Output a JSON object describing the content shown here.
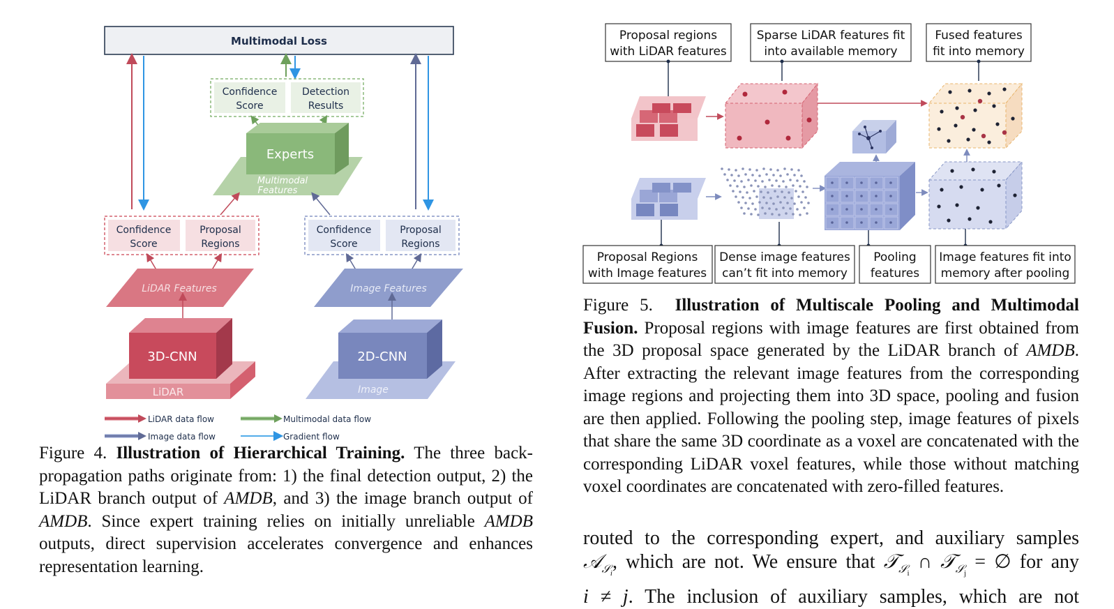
{
  "figure4": {
    "multimodal_loss": "Multimodal Loss",
    "top_confidence": [
      "Confidence",
      "Score"
    ],
    "top_detection": [
      "Detection",
      "Results"
    ],
    "experts": "Experts",
    "multimodal_features": [
      "Multimodal",
      "Features"
    ],
    "lidar_confidence": [
      "Confidence",
      "Score"
    ],
    "lidar_proposal": [
      "Proposal",
      "Regions"
    ],
    "image_confidence": [
      "Confidence",
      "Score"
    ],
    "image_proposal": [
      "Proposal",
      "Regions"
    ],
    "lidar_features": "LiDAR Features",
    "image_features": "Image Features",
    "cnn3d": "3D-CNN",
    "cnn2d": "2D-CNN",
    "lidar": "LiDAR",
    "image": "Image",
    "legend": {
      "lidar_flow": "LiDAR data flow",
      "multimodal_flow": "Multimodal data flow",
      "image_flow": "Image data flow",
      "gradient_flow": "Gradient flow"
    },
    "colors": {
      "lidar": "#d4606f",
      "image": "#8796c6",
      "multimodal": "#8ab87a",
      "gradient": "#3aa0e6"
    }
  },
  "figure5": {
    "top_labels": [
      [
        "Proposal regions",
        "with LiDAR features"
      ],
      [
        "Sparse LiDAR features fit",
        "into available memory"
      ],
      [
        "Fused features",
        "fit into memory"
      ]
    ],
    "bottom_labels": [
      [
        "Proposal Regions",
        "with Image features"
      ],
      [
        "Dense image features",
        "can’t fit into memory"
      ],
      [
        "Pooling",
        "features"
      ],
      [
        "Image features fit into",
        "memory after pooling"
      ]
    ]
  },
  "caption4": {
    "label": "Figure 4.",
    "title": "Illustration of Hierarchical Training.",
    "body_1": "The three back-propagation paths originate from: 1) the final detection output, 2) the LiDAR branch output of ",
    "amdb_1": "AMDB",
    "body_2": ", and 3) the image branch output of ",
    "amdb_2": "AMDB",
    "body_3": ". Since expert training relies on initially unreliable ",
    "amdb_3": "AMDB",
    "body_4": " outputs, direct supervision accelerates convergence and enhances representation learning."
  },
  "caption5": {
    "label": "Figure 5.",
    "title": "Illustration of Multiscale Pooling and Multimodal Fusion.",
    "body_1": " Proposal regions with image features are first obtained from the 3D proposal space generated by the LiDAR branch of ",
    "amdb": "AMDB",
    "body_2": ". After extracting the relevant image features from the corresponding image regions and projecting them into 3D space, pooling and fusion are then applied. Following the pooling step, image features of pixels that share the same 3D coordinate as a voxel are concatenated with the corresponding LiDAR voxel features, while those without matching voxel coordinates are concatenated with zero-filled features."
  },
  "body_text": {
    "line1": "routed to the corresponding expert, and auxiliary samples",
    "math_a": "𝒜",
    "sub_a": "𝒮",
    "sub_a_i": "i",
    "line2": ", which are not. We ensure that ",
    "math_t": "𝒯",
    "cap": " ∩ ",
    "empty": " = ∅",
    "line2_end": " for any",
    "line3_math": "i ≠ j",
    "line3": ". The inclusion of auxiliary samples, which are not"
  }
}
